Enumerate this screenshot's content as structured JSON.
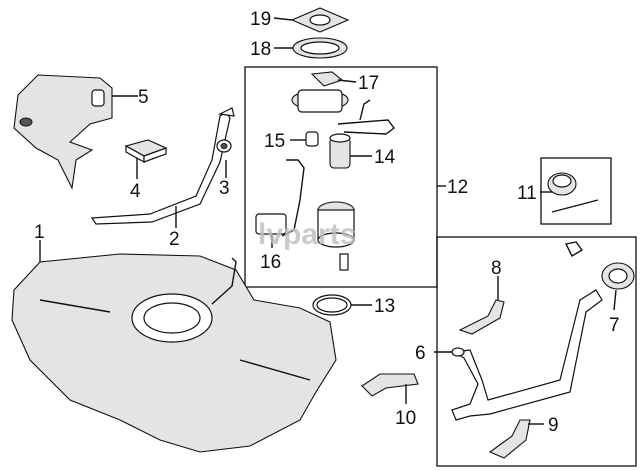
{
  "watermark": "lvparts",
  "callouts": {
    "c1": "1",
    "c2": "2",
    "c3": "3",
    "c4": "4",
    "c5": "5",
    "c6": "6",
    "c7": "7",
    "c8": "8",
    "c9": "9",
    "c10": "10",
    "c11": "11",
    "c12": "12",
    "c13": "13",
    "c14": "14",
    "c15": "15",
    "c16": "16",
    "c17": "17",
    "c18": "18",
    "c19": "19"
  }
}
